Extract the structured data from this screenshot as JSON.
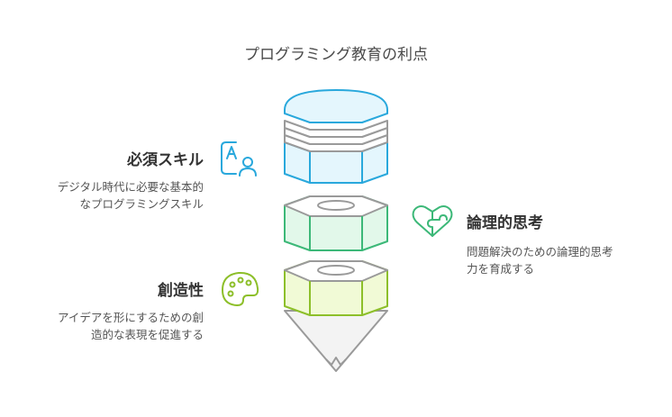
{
  "title": "プログラミング教育の利点",
  "items": [
    {
      "heading": "必須スキル",
      "desc_lines": [
        "デジタル時代に必要な基本的",
        "なプログラミングスキル"
      ],
      "icon": "person-letter-a-icon",
      "color": "#29a8dc"
    },
    {
      "heading": "論理的思考",
      "desc_lines": [
        "問題解決のための論理的思考",
        "力を育成する"
      ],
      "icon": "heart-puzzle-icon",
      "color": "#3cb878"
    },
    {
      "heading": "創造性",
      "desc_lines": [
        "アイデアを形にするための創",
        "造的な表現を促進する"
      ],
      "icon": "palette-icon",
      "color": "#8dbf2a"
    }
  ],
  "colors": {
    "blue_fill": "#e4f6fd",
    "blue_stroke": "#29a8dc",
    "green_fill": "#e2f8ea",
    "green_stroke": "#3cb878",
    "lime_fill": "#f1fad6",
    "lime_stroke": "#8dbf2a",
    "gray_stroke": "#9a9a9a",
    "tip_fill": "#f3f3f3"
  }
}
